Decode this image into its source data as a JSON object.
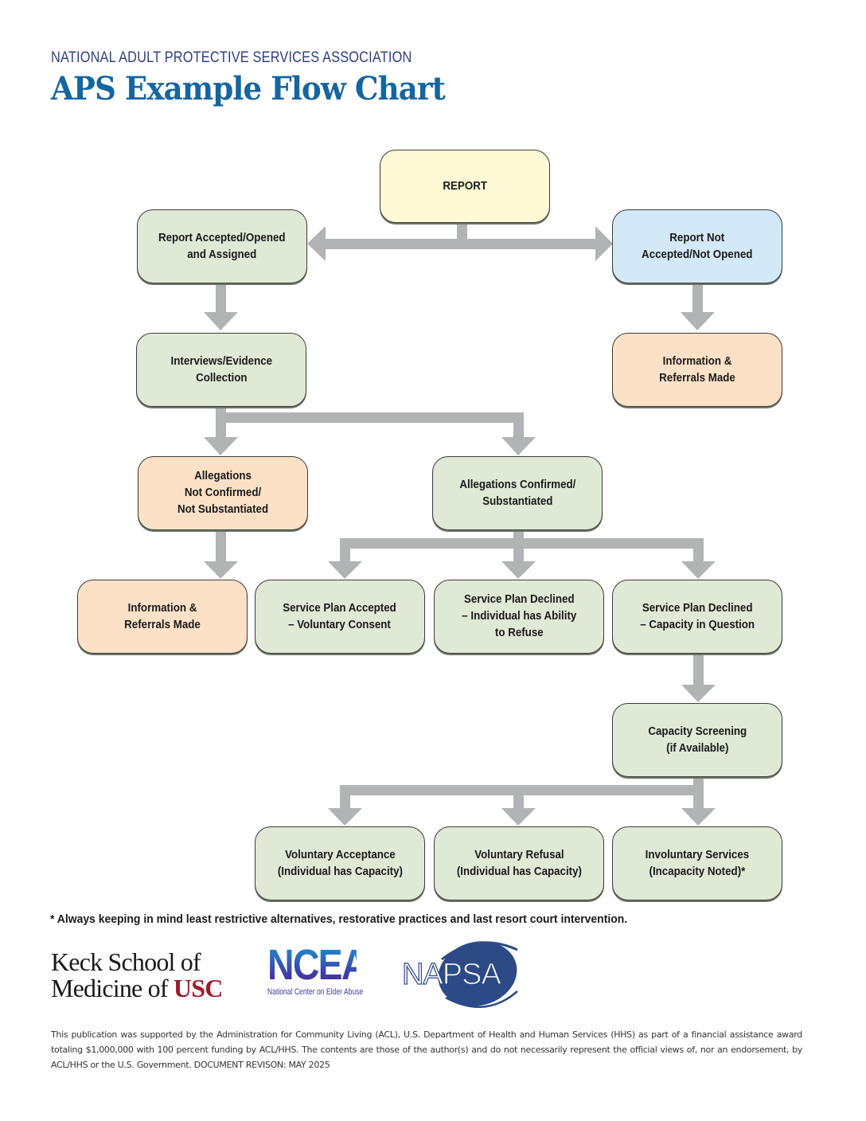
{
  "header": {
    "organization": "NATIONAL ADULT PROTECTIVE SERVICES ASSOCIATION",
    "title": "APS Example Flow Chart"
  },
  "colors": {
    "title_blue": "#1565a0",
    "arrow_gray": "#b2b3b5",
    "green": "#dfe9d5",
    "yellow": "#fff9d6",
    "blue": "#d3e9f7",
    "orange": "#fde1c6",
    "usc_red": "#9b1c2c"
  },
  "nodes": {
    "report": "REPORT",
    "accepted": "Report Accepted/Opened\nand Assigned",
    "not_accepted": "Report Not\nAccepted/Not Opened",
    "info_referrals_right": "Information &\nReferrals Made",
    "interviews": "Interviews/Evidence\nCollection",
    "not_confirmed": "Allegations\nNot Confirmed/\nNot Substantiated",
    "confirmed": "Allegations Confirmed/\nSubstantiated",
    "info_referrals_left": "Information &\nReferrals Made",
    "plan_accepted": "Service Plan Accepted\n– Voluntary Consent",
    "plan_declined_ability": "Service Plan Declined\n– Individual has Ability\nto Refuse",
    "plan_declined_capacity": "Service Plan Declined\n– Capacity in Question",
    "capacity_screening": "Capacity Screening\n(if Available)",
    "voluntary_acceptance": "Voluntary Acceptance\n(Individual has Capacity)",
    "voluntary_refusal": "Voluntary Refusal\n(Individual has Capacity)",
    "involuntary_services": "Involuntary Services\n(Incapacity Noted)*"
  },
  "footnote": "* Always keeping in mind least restrictive alternatives, restorative practices and last resort court intervention.",
  "logos": {
    "keck_line1": "Keck School of",
    "keck_line2_prefix": "Medicine of ",
    "keck_line2_usc": "USC",
    "ncea_big": "NCEA",
    "ncea_small": "National Center on Elder Abuse",
    "napsa": "NAPSA"
  },
  "disclaimer": "This publication was supported by the Administration for Community Living (ACL), U.S. Department of Health and Human Services (HHS) as part of a financial assistance award totaling $1,000,000 with 100 percent funding by ACL/HHS. The contents are those of the author(s) and do not necessarily represent the official views of, nor an endorsement, by ACL/HHS or the U.S. Government. DOCUMENT REVISON: MAY 2025"
}
